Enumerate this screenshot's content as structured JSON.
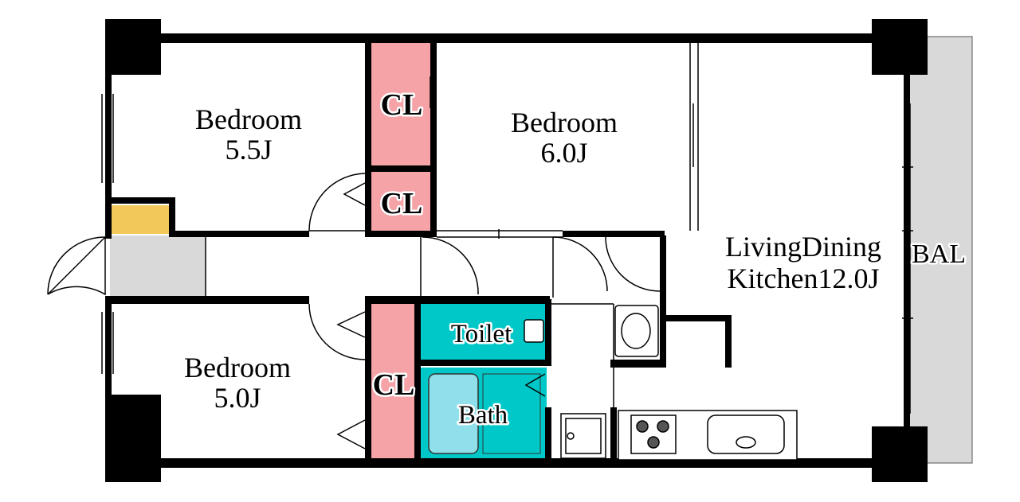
{
  "rooms": {
    "bedroom_nw": {
      "name": "Bedroom",
      "size": "5.5J"
    },
    "bedroom_n": {
      "name": "Bedroom",
      "size": "6.0J"
    },
    "bedroom_sw": {
      "name": "Bedroom",
      "size": "5.0J"
    },
    "ldk": {
      "line1": "LivingDining",
      "line2": "Kitchen12.0J"
    },
    "closet_top": "CL",
    "closet_mid": "CL",
    "closet_bottom": "CL",
    "toilet": "Toilet",
    "bath": "Bath",
    "balcony": "BAL"
  },
  "colors": {
    "wall": "#000000",
    "closet": "#f5a3a6",
    "wet_area": "#00c8c8",
    "bathtub": "#8fe0ea",
    "entry_floor": "#d9d9d9",
    "shoe_box": "#f2c85b",
    "balcony": "#d9d9d9"
  }
}
